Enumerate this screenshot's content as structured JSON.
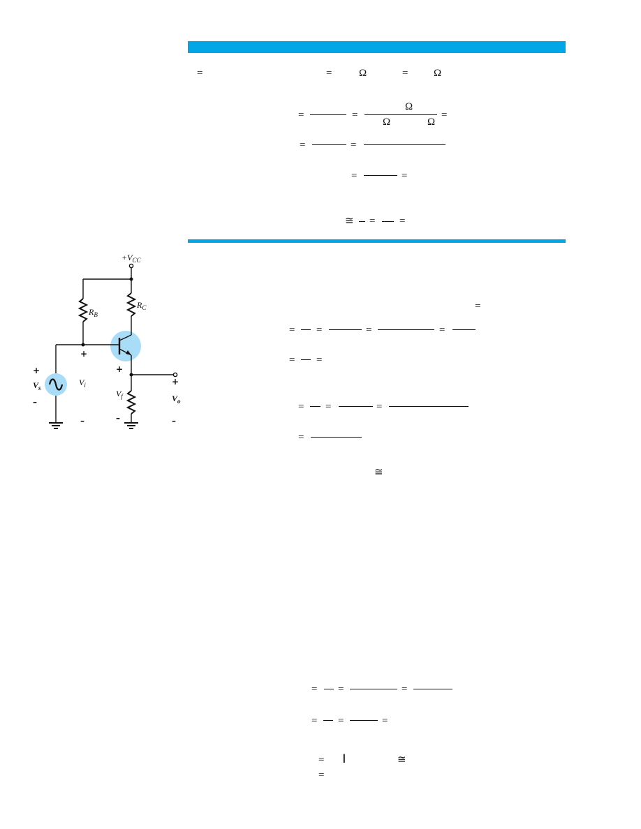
{
  "colors": {
    "accent": "#00a6e6",
    "highlight": "#a8dcf7",
    "ink": "#111111"
  },
  "circuit": {
    "vcc": "+V",
    "vcc_sub": "CC",
    "rb": "R",
    "rb_sub": "B",
    "rc": "R",
    "rc_sub": "C",
    "vs": "V",
    "vs_sub": "s",
    "vi": "V",
    "vi_sub": "i",
    "vf": "V",
    "vf_sub": "f",
    "vo": "V",
    "vo_sub": "o",
    "plus": "+",
    "minus": "–"
  },
  "math": {
    "eq": "=",
    "ohm": "Ω",
    "approx": "≅",
    "parallel": "‖"
  }
}
